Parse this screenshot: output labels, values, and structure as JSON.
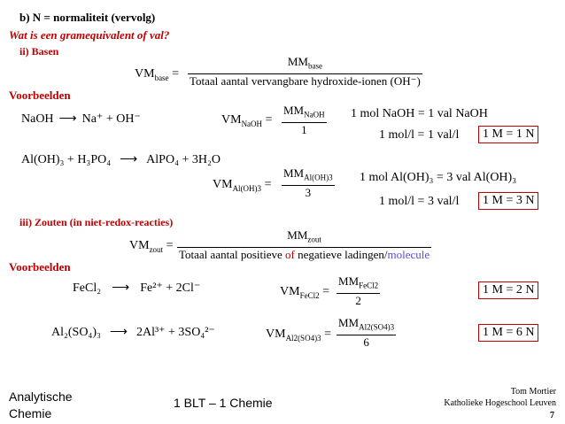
{
  "header": {
    "title": "b) N = normaliteit (vervolg)",
    "question": "Wat  is een gramequivalent of val?",
    "section_ii": "ii) Basen",
    "section_iii": "iii) Zouten (in niet-redox-reacties)"
  },
  "basen": {
    "def_lhs": "VM",
    "def_lhs_sub": "base",
    "def_num": "MM",
    "def_num_sub": "base",
    "def_den": "Totaal aantal vervangbare hydroxide-ionen (OH⁻)",
    "voorbeelden": "Voorbeelden",
    "ex1_reaction_left": "NaOH",
    "ex1_reaction_right": "Na⁺ + OH⁻",
    "ex1_vm": "VM",
    "ex1_vm_sub": "NaOH",
    "ex1_num": "MM",
    "ex1_num_sub": "NaOH",
    "ex1_den": "1",
    "ex1_line1": "1 mol NaOH = 1 val NaOH",
    "ex1_line2": "1 mol/l = 1 val/l",
    "ex1_box": "1 M = 1 N",
    "ex2_reaction_left": "Al(OH)₃ + H₃PO₄",
    "ex2_reaction_right": "AlPO₄ + 3H₂O",
    "ex2_vm": "VM",
    "ex2_vm_sub": "Al(OH)3",
    "ex2_num": "MM",
    "ex2_num_sub": "Al(OH)3",
    "ex2_den": "3",
    "ex2_line1": "1 mol Al(OH)₃ = 3 val Al(OH)₃",
    "ex2_line2": "1 mol/l = 3 val/l",
    "ex2_box": "1 M = 3 N"
  },
  "zouten": {
    "def_lhs": "VM",
    "def_lhs_sub": "zout",
    "def_num": "MM",
    "def_num_sub": "zout",
    "def_den_a": "Totaal aantal positieve ",
    "def_den_of": "of",
    "def_den_b": " negatieve ladingen/",
    "def_den_mol": "molecule",
    "voorbeelden": "Voorbeelden",
    "ex1_reaction_left": "FeCl₂",
    "ex1_reaction_right": "Fe²⁺ + 2Cl⁻",
    "ex1_vm": "VM",
    "ex1_vm_sub": "FeCl2",
    "ex1_num": "MM",
    "ex1_num_sub": "FeCl2",
    "ex1_den": "2",
    "ex1_box": "1 M = 2 N",
    "ex2_reaction_left": "Al₂(SO₄)₃",
    "ex2_reaction_right": "2Al³⁺ + 3SO₄²⁻",
    "ex2_vm": "VM",
    "ex2_vm_sub": "Al2(SO4)3",
    "ex2_num": "MM",
    "ex2_num_sub": "Al2(SO4)3",
    "ex2_den": "6",
    "ex2_box": "1 M = 6 N"
  },
  "footer": {
    "left_line1": "Analytische",
    "left_line2": "Chemie",
    "center": "1 BLT – 1 Chemie",
    "author": "Tom Mortier",
    "school": "Katholieke Hogeschool Leuven",
    "page": "7"
  },
  "colors": {
    "accent": "#c00000"
  }
}
